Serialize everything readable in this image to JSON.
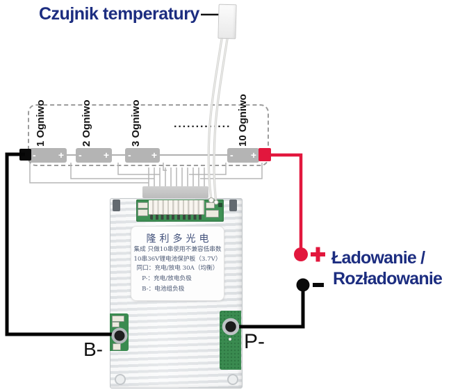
{
  "sensor": {
    "label": "Czujnik temperatury"
  },
  "pack": {
    "cells": [
      {
        "label": "1 Ogniwo"
      },
      {
        "label": "2 Ogniwo"
      },
      {
        "label": "3 Ogniwo"
      },
      {
        "label": "10 Ogniwo"
      }
    ],
    "ellipsis": "·············",
    "plus": "+",
    "minus": "-"
  },
  "pcb": {
    "label_title": "隆利多光电",
    "label_lines": [
      "集成 只做10串使用不兼容低串数",
      "10串36V锂电池保护板（3.7V）",
      "同口：充电/放电 30A（均衡）",
      "P-：充电/放电负极",
      "B-：电池组负极"
    ],
    "terminal_b": "B-",
    "terminal_p": "P-"
  },
  "charge": {
    "line1": "Ładowanie /",
    "line2": "Rozładowanie",
    "plus_icon": "plus-icon",
    "minus_icon": "minus-icon"
  },
  "colors": {
    "navy": "#1c2d80",
    "red": "#e2173d",
    "pcb_green": "#3f9155",
    "battery_gray": "#b4b4b4",
    "wire_black": "#0a0a0a"
  }
}
